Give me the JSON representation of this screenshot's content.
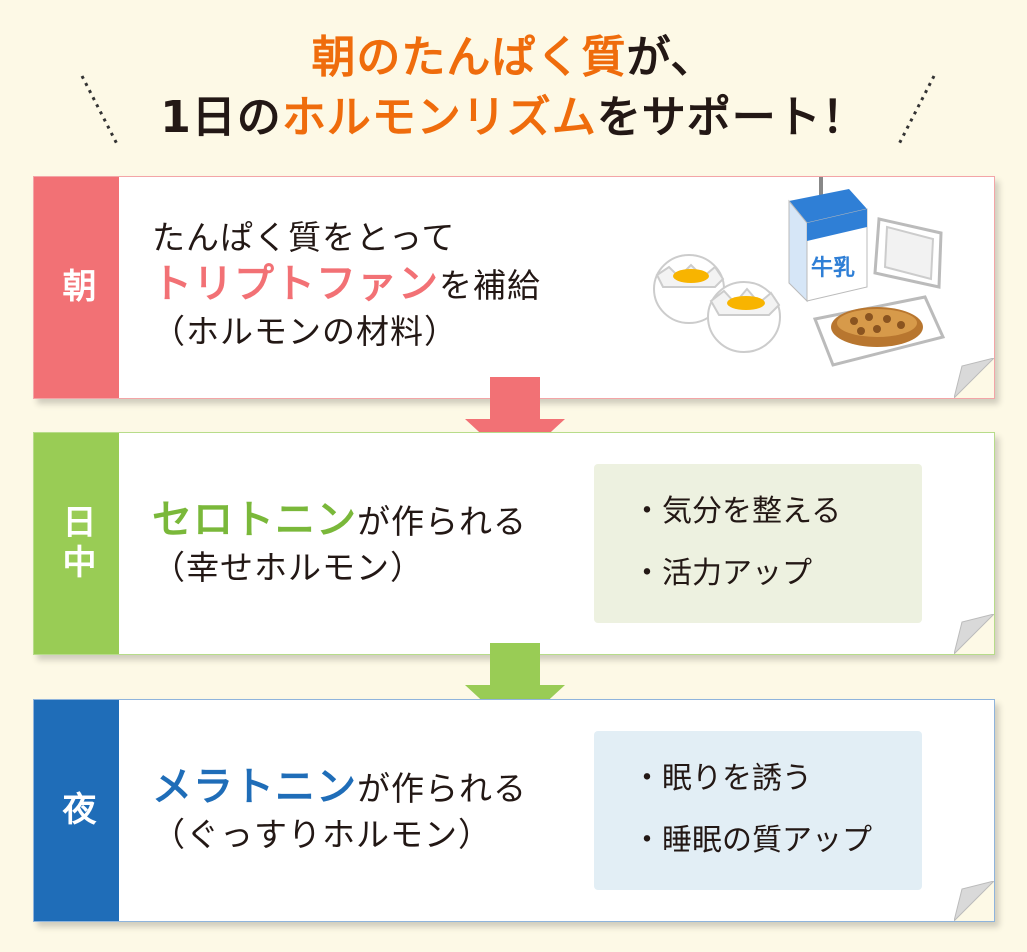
{
  "title": {
    "line1_highlight": "朝のたんぱく質",
    "line1_rest": "が、",
    "line2_prefix": "1日の",
    "line2_highlight": "ホルモンリズム",
    "line2_suffix": "をサポート！"
  },
  "colors": {
    "orange": "#ef6c0c",
    "morning": "#f27175",
    "day": "#99cc55",
    "night": "#1f6db8"
  },
  "morning": {
    "label": "朝",
    "line1": "たんぱく質をとって",
    "highlight": "トリプトファン",
    "line2_rest": "を補給",
    "line3": "（ホルモンの材料）",
    "illustration": [
      "eggs-icon",
      "milk-carton-icon",
      "natto-icon"
    ],
    "milk_label": "牛乳"
  },
  "day": {
    "label": "日中",
    "highlight": "セロトニン",
    "line1_rest": "が作られる",
    "line2": "（幸せホルモン）",
    "effects": [
      "・気分を整える",
      "・活力アップ"
    ]
  },
  "night": {
    "label": "夜",
    "highlight": "メラトニン",
    "line1_rest": "が作られる",
    "line2": "（ぐっすりホルモン）",
    "effects": [
      "・眠りを誘う",
      "・睡眠の質アップ"
    ]
  }
}
